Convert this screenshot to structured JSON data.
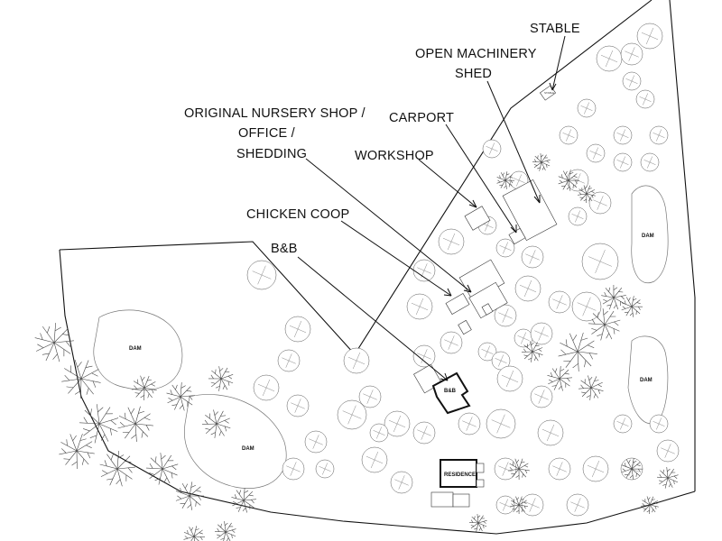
{
  "callouts": {
    "stable": "STABLE",
    "open_machinery_shed_line1": "OPEN MACHINERY",
    "open_machinery_shed_line2": "SHED",
    "original_nursery_line1": "ORIGINAL NURSERY SHOP /",
    "original_nursery_line2": "OFFICE /",
    "original_nursery_line3": "SHEDDING",
    "carport": "CARPORT",
    "workshop": "WORKSHOP",
    "chicken_coop": "CHICKEN COOP",
    "bnb": "B&B"
  },
  "features": {
    "dam": "DAM",
    "bnb_building": "B&B",
    "residence": "RESIDENCE"
  },
  "colors": {
    "ink": "#111111",
    "background": "#ffffff"
  }
}
